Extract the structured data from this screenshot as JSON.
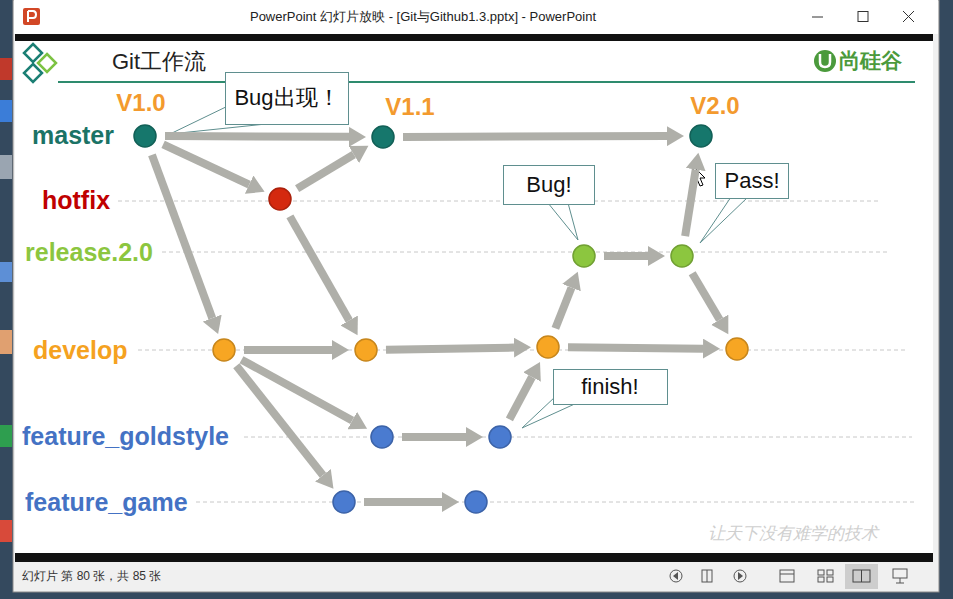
{
  "diagram": {
    "title": "Git工作流",
    "nodes": [
      {
        "text": [
          "V1.0"
        ]
      },
      {
        "text": [
          "Bug出现！"
        ]
      },
      {
        "text": [
          "V1.1"
        ]
      },
      {
        "text": [
          "V2.0"
        ]
      },
      {
        "text": []
      },
      {
        "text": [
          "Bug!"
        ]
      },
      {
        "text": [
          "Pass!"
        ]
      },
      {
        "text": []
      },
      {
        "text": []
      },
      {
        "text": []
      },
      {
        "text": []
      },
      {
        "text": []
      },
      {
        "text": []
      },
      {
        "text": [
          "finish!"
        ]
      },
      {
        "text": []
      },
      {
        "text": []
      },
      {
        "text": []
      },
      {
        "text": []
      }
    ],
    "edges": [
      {
        "from": 0,
        "to": 2,
        "arrow": "to"
      },
      {
        "from": 0,
        "to": 4,
        "arrow": "to"
      },
      {
        "from": 4,
        "to": 2,
        "arrow": "to"
      },
      {
        "from": 0,
        "to": 9,
        "arrow": "to"
      },
      {
        "from": 4,
        "to": 10,
        "arrow": "to"
      },
      {
        "from": 2,
        "to": 3,
        "arrow": "to"
      },
      {
        "from": 9,
        "to": 10,
        "arrow": "to"
      },
      {
        "from": 9,
        "to": 14,
        "arrow": "to"
      },
      {
        "from": 9,
        "to": 16,
        "arrow": "to"
      },
      {
        "from": 10,
        "to": 11,
        "arrow": "to"
      },
      {
        "from": 14,
        "to": 15,
        "arrow": "to"
      },
      {
        "from": 16,
        "to": 17,
        "arrow": "to"
      },
      {
        "from": 15,
        "to": 11,
        "arrow": "to"
      },
      {
        "from": 11,
        "to": 7,
        "arrow": "to"
      },
      {
        "from": 7,
        "to": 8,
        "arrow": "to"
      },
      {
        "from": 8,
        "to": 3,
        "arrow": "to"
      },
      {
        "from": 8,
        "to": 12,
        "arrow": "to"
      },
      {
        "from": 11,
        "to": 12,
        "arrow": "to"
      }
    ],
    "labels": [
      "PowerPoint 幻灯片放映 - [Git与Github1.3.pptx] - PowerPoint",
      "尚硅谷",
      "master",
      "hotfix",
      "release.2.0",
      "develop",
      "feature_goldstyle",
      "feature_game",
      "让天下没有难学的技术",
      "幻灯片 第 80 张，共 85 张"
    ]
  }
}
